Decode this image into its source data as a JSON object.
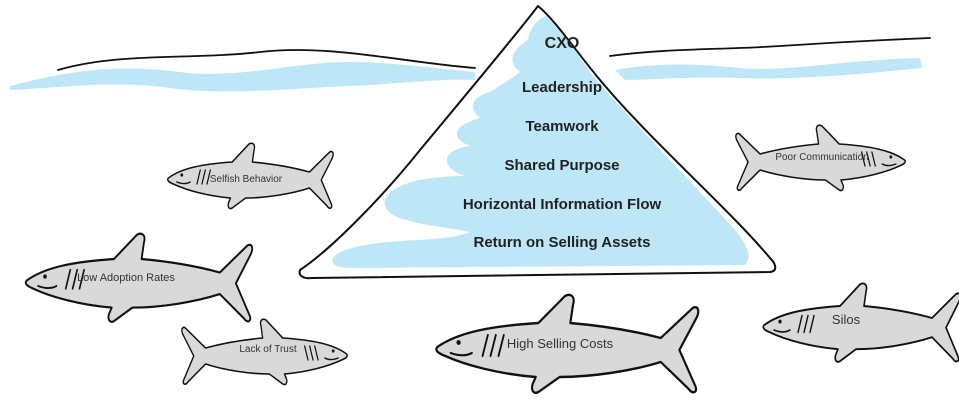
{
  "colors": {
    "water": "#bde7f7",
    "shark_fill": "#d9d9d9",
    "outline": "#111111",
    "text": "#222222"
  },
  "iceberg": {
    "levels": [
      "CXO",
      "Leadership",
      "Teamwork",
      "Shared Purpose",
      "Horizontal Information Flow",
      "Return on Selling Assets"
    ]
  },
  "sharks": [
    "Selfish Behavior",
    "Poor Communication",
    "Low Adoption Rates",
    "Lack of Trust",
    "High Selling Costs",
    "Silos"
  ]
}
